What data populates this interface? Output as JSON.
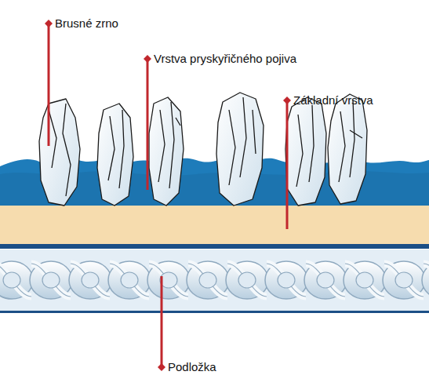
{
  "diagram": {
    "labels": [
      "Brusné zrno",
      "Vrstva pryskyřičného pojiva",
      "Základní vrstva",
      "Podložka"
    ]
  }
}
